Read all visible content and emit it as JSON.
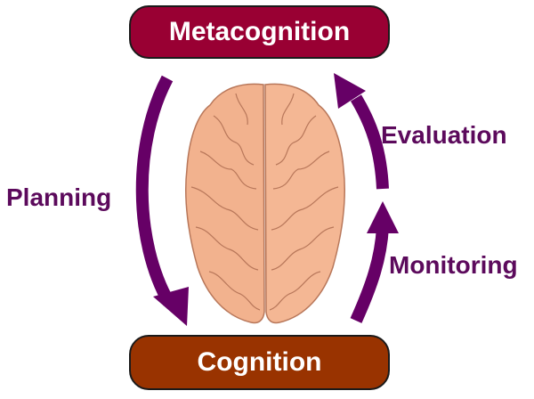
{
  "diagram": {
    "title": "Metacognition cycle",
    "top_box": {
      "label": "Metacognition",
      "color": "#990033"
    },
    "bottom_box": {
      "label": "Cognition",
      "color": "#993300"
    },
    "arrow_color": "#660066",
    "center_image": "brain (top view)",
    "arrows": [
      {
        "label": "Planning",
        "from": "Metacognition",
        "to": "Cognition",
        "side": "left"
      },
      {
        "label": "Monitoring",
        "from": "Cognition",
        "to": "Evaluation",
        "side": "right-lower"
      },
      {
        "label": "Evaluation",
        "from": "Monitoring",
        "to": "Metacognition",
        "side": "right-upper"
      }
    ],
    "brain_colors": {
      "fill": "#f2b28e",
      "stroke": "#b8775a"
    }
  }
}
